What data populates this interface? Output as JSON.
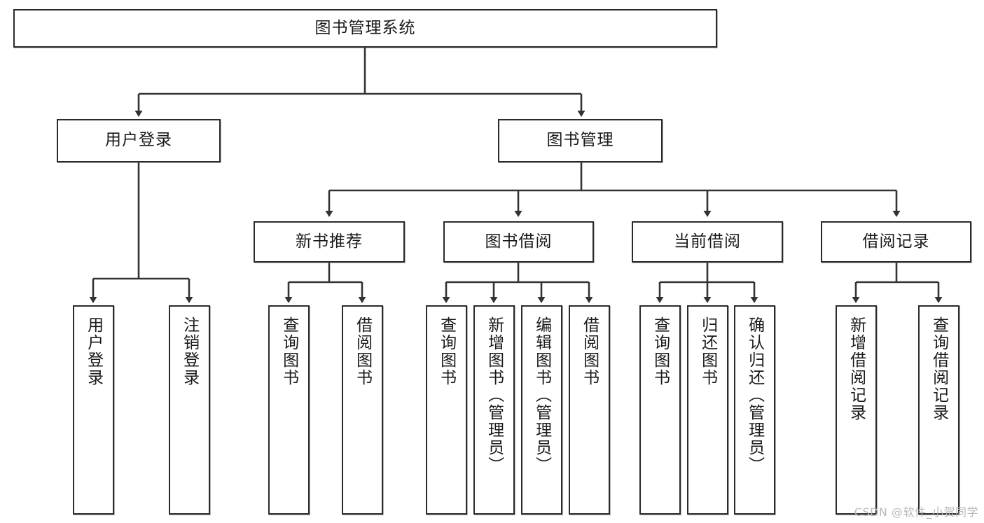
{
  "diagram": {
    "title": "图书管理系统",
    "type": "tree",
    "watermark": "CSDN @软件_小贺同学",
    "colors": {
      "box_border": "#2b2b2b",
      "box_fill": "#ffffff",
      "line": "#333333",
      "text": "#1a1a1a",
      "watermark": "#b9b9b9"
    },
    "nodes": {
      "root": {
        "label": "图书管理系统"
      },
      "level2": [
        {
          "id": "user-login",
          "label": "用户登录"
        },
        {
          "id": "book-manage",
          "label": "图书管理"
        }
      ],
      "level3": [
        {
          "id": "new-book-recommend",
          "label": "新书推荐"
        },
        {
          "id": "book-borrow",
          "label": "图书借阅"
        },
        {
          "id": "current-borrow",
          "label": "当前借阅"
        },
        {
          "id": "borrow-record",
          "label": "借阅记录"
        }
      ],
      "leaves": {
        "user-login": [
          {
            "id": "leaf-user-login",
            "label": "用户登录"
          },
          {
            "id": "leaf-logout-login",
            "label": "注销登录"
          }
        ],
        "new-book-recommend": [
          {
            "id": "leaf-query-book-1",
            "label": "查询图书"
          },
          {
            "id": "leaf-borrow-book-1",
            "label": "借阅图书"
          }
        ],
        "book-borrow": [
          {
            "id": "leaf-query-book-2",
            "label": "查询图书"
          },
          {
            "id": "leaf-add-book",
            "label": "新增图书（管理员）"
          },
          {
            "id": "leaf-edit-book",
            "label": "编辑图书（管理员）"
          },
          {
            "id": "leaf-borrow-book-2",
            "label": "借阅图书"
          }
        ],
        "current-borrow": [
          {
            "id": "leaf-query-book-3",
            "label": "查询图书"
          },
          {
            "id": "leaf-return-book",
            "label": "归还图书"
          },
          {
            "id": "leaf-confirm-return",
            "label": "确认归还（管理员）"
          }
        ],
        "borrow-record": [
          {
            "id": "leaf-add-record",
            "label": "新增借阅记录"
          },
          {
            "id": "leaf-query-record",
            "label": "查询借阅记录"
          }
        ]
      }
    }
  }
}
